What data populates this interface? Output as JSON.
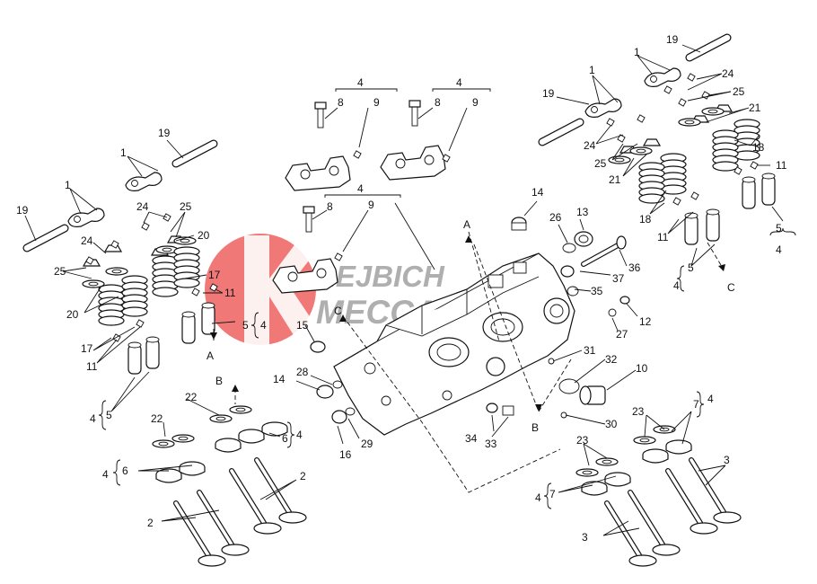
{
  "watermark": {
    "line1": "REJBICH",
    "line2": "MECCANICA",
    "color": "#e8403c",
    "gray": "#8a8a8a"
  },
  "labels": {
    "n1": "1",
    "n2": "2",
    "n3": "3",
    "n4": "4",
    "n5": "5",
    "n6": "6",
    "n7": "7",
    "n8": "8",
    "n9": "9",
    "n10": "10",
    "n11": "11",
    "n12": "12",
    "n13": "13",
    "n14": "14",
    "n15": "15",
    "n16": "16",
    "n17": "17",
    "n18": "18",
    "n19": "19",
    "n20": "20",
    "n21": "21",
    "n22": "22",
    "n23": "23",
    "n24": "24",
    "n25": "25",
    "n26": "26",
    "n27": "27",
    "n28": "28",
    "n29": "29",
    "n30": "30",
    "n31": "31",
    "n32": "32",
    "n33": "33",
    "n34": "34",
    "n35": "35",
    "n36": "36",
    "n37": "37",
    "A": "A",
    "B": "B",
    "C": "C"
  }
}
